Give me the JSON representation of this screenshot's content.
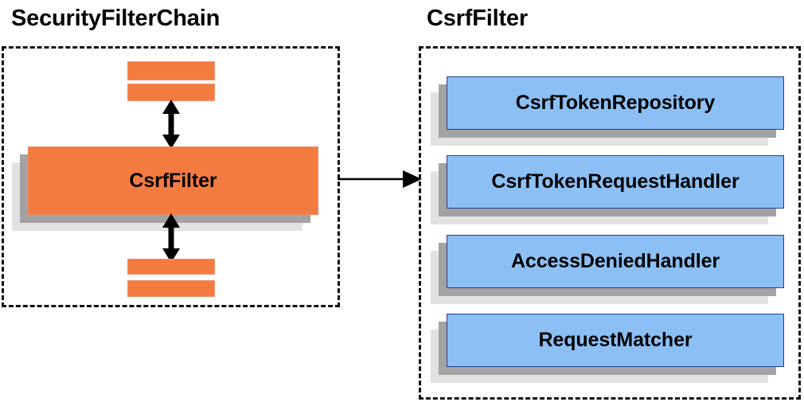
{
  "diagram": {
    "type": "component-collaboration-diagram",
    "background_color": "#ffffff"
  },
  "panels": [
    {
      "id": "security-filter-chain",
      "title": "SecurityFilterChain",
      "border_style": "dashed",
      "border_color": "#111111"
    },
    {
      "id": "csrf-filter",
      "title": "CsrfFilter",
      "border_style": "dashed",
      "border_color": "#111111"
    }
  ],
  "left_panel": {
    "title": "SecurityFilterChain",
    "highlighted_component": {
      "label": "CsrfFilter",
      "fill_color": "#F47B40",
      "shadow_dark": "#a3a3a3",
      "shadow_light": "#e2e2e2"
    },
    "bars_above": [
      {
        "name": "filter-bar-above-1",
        "fill_color": "#F47B40"
      },
      {
        "name": "filter-bar-above-2",
        "fill_color": "#F47B40"
      }
    ],
    "bars_below": [
      {
        "name": "filter-bar-below-1",
        "fill_color": "#F47B40"
      },
      {
        "name": "filter-bar-below-2",
        "fill_color": "#F47B40"
      }
    ],
    "connector_above": {
      "name": "double-headed-arrow",
      "direction": "bidirectional"
    },
    "connector_below": {
      "name": "double-headed-arrow",
      "direction": "bidirectional"
    }
  },
  "right_panel": {
    "title": "CsrfFilter",
    "components": [
      {
        "label": "CsrfTokenRepository",
        "fill_color": "#8CC0F5"
      },
      {
        "label": "CsrfTokenRequestHandler",
        "fill_color": "#8CC0F5"
      },
      {
        "label": "AccessDeniedHandler",
        "fill_color": "#8CC0F5"
      },
      {
        "label": "RequestMatcher",
        "fill_color": "#8CC0F5"
      }
    ]
  },
  "cross_panel_arrow": {
    "name": "expansion-arrow",
    "direction": "left-to-right",
    "from": "SecurityFilterChain.CsrfFilter",
    "to": "CsrfFilter panel",
    "color": "#000000"
  },
  "colors": {
    "orange": "#F47B40",
    "orange_border": "#EB8B5E",
    "blue": "#8CC0F5",
    "blue_border": "#1F3C96",
    "shadow_dark": "#a3a3a3",
    "shadow_light": "#e2e2e2",
    "ink": "#000000"
  }
}
